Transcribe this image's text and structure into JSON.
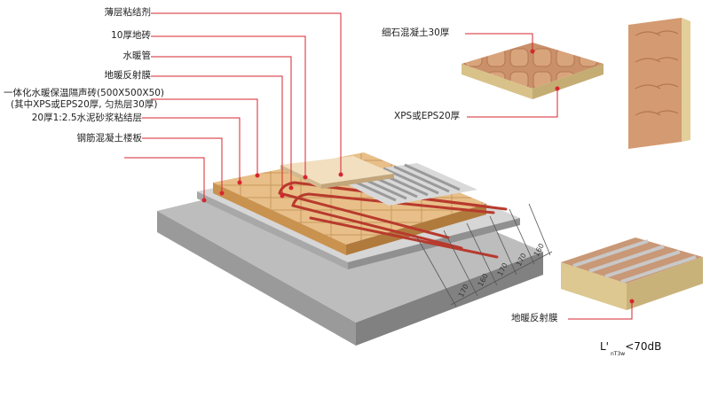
{
  "labels": {
    "thin_adhesive": "薄层粘结剂",
    "tile_10mm": "10厚地砖",
    "water_pipe": "水暖管",
    "reflective_film": "地暖反射膜",
    "integrated_brick_line1": "一体化水暖保温隔声砖(500X500X50)",
    "integrated_brick_line2": "(其中XPS或EPS20厚, 匀热层30厚)",
    "mortar_bed": "20厚1:2.5水泥砂浆粘结层",
    "rc_slab": "钢筋混凝土楼板",
    "fine_concrete": "细石混凝土30厚",
    "xps_eps": "XPS或EPS20厚",
    "reflective_film_2": "地暖反射膜"
  },
  "dimensions": [
    "170",
    "160",
    "170",
    "170",
    "160"
  ],
  "formula": {
    "main": "L'",
    "sub": "nT3w",
    "value": "<70dB"
  },
  "colors": {
    "leader": "#d7262f",
    "slab_top": "#b9b9b9",
    "slab_side": "#8e8e8e",
    "wood": "#e7bd86",
    "pipe": "#b83a2d",
    "insulation": "#e8d6a3"
  }
}
